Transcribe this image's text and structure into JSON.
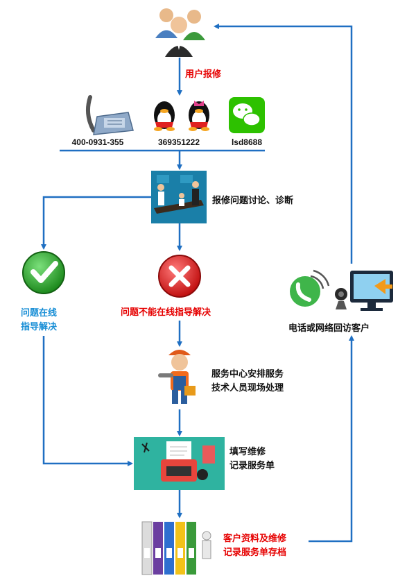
{
  "colors": {
    "flow_line": "#1f6fc2",
    "red_text": "#e60000",
    "blue_text": "#1a8fd6",
    "dark_text": "#111111"
  },
  "steps": {
    "user_report": "用户报修",
    "discuss": "报修问题讨论、诊断",
    "solved_online_line1": "问题在线",
    "solved_online_line2": "指导解决",
    "not_solved_online": "问题不能在线指导解决",
    "service_center_line1": "服务中心安排服务",
    "service_center_line2": "技术人员现场处理",
    "fill_form_line1": "填写维修",
    "fill_form_line2": "记录服务单",
    "archive_line1": "客户资料及维修",
    "archive_line2": "记录服务单存档",
    "callback": "电话或网络回访客户"
  },
  "contacts": {
    "phone": "400-0931-355",
    "qq": "369351222",
    "wechat": "lsd8688"
  },
  "icons": {
    "users": "users-group-icon",
    "phone": "telephone-icon",
    "qq": "qq-penguin-icon",
    "wechat": "wechat-icon",
    "meeting": "meeting-scene-icon",
    "check": "green-check-icon",
    "cross": "red-cross-icon",
    "worker": "repair-worker-icon",
    "form": "typewriter-form-icon",
    "archive": "file-archive-icon",
    "callback": "callback-devices-icon"
  }
}
